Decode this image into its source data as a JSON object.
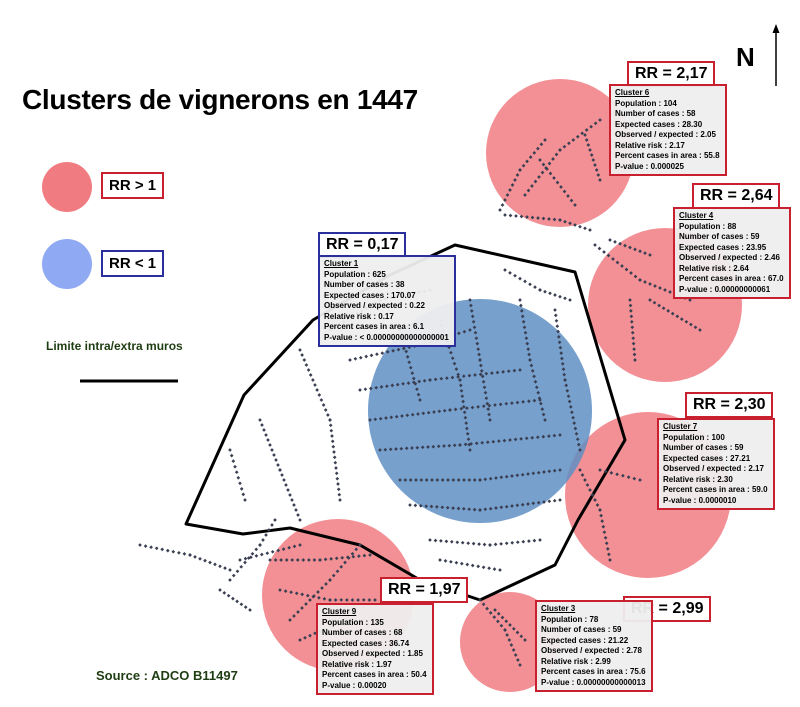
{
  "title": "Clusters de vignerons en 1447",
  "north_label": "N",
  "legend": {
    "rr_gt": "RR > 1",
    "rr_lt": "RR < 1",
    "limit_label": "Limite intra/extra muros",
    "rr_gt_color": "#f07c82",
    "rr_lt_color": "#8fa9f2"
  },
  "source": "Source : ADCO B11497",
  "colors": {
    "red_border": "#c8202f",
    "blue_border": "#2b2f9b",
    "points": "#3a3f52"
  },
  "clusters": [
    {
      "name": "Cluster 1",
      "rr_label": "RR = 0,17",
      "kind": "low",
      "rows": [
        "Population : 625",
        "Number of cases : 38",
        "Expected cases : 170.07",
        "Observed / expected : 0.22",
        "Relative risk : 0.17",
        "Percent cases in area : 6.1",
        "P-value : < 0.00000000000000001"
      ]
    },
    {
      "name": "Cluster 6",
      "rr_label": "RR = 2,17",
      "kind": "high",
      "rows": [
        "Population : 104",
        "Number of cases : 58",
        "Expected cases : 28.30",
        "Observed / expected : 2.05",
        "Relative risk : 2.17",
        "Percent cases in area : 55.8",
        "P-value : 0.000025"
      ]
    },
    {
      "name": "Cluster 4",
      "rr_label": "RR = 2,64",
      "kind": "high",
      "rows": [
        "Population : 88",
        "Number of cases : 59",
        "Expected cases : 23.95",
        "Observed / expected : 2.46",
        "Relative risk : 2.64",
        "Percent cases in area : 67.0",
        "P-value : 0.00000000061"
      ]
    },
    {
      "name": "Cluster 7",
      "rr_label": "RR = 2,30",
      "kind": "high",
      "rows": [
        "Population : 100",
        "Number of cases : 59",
        "Expected cases : 27.21",
        "Observed / expected : 2.17",
        "Relative risk : 2.30",
        "Percent cases in area : 59.0",
        "P-value : 0.0000010"
      ]
    },
    {
      "name": "Cluster 9",
      "rr_label": "RR = 1,97",
      "kind": "high",
      "rows": [
        "Population : 135",
        "Number of cases : 68",
        "Expected cases : 36.74",
        "Observed / expected : 1.85",
        "Relative risk : 1.97",
        "Percent cases in area : 50.4",
        "P-value : 0.00020"
      ]
    },
    {
      "name": "Cluster 3",
      "rr_label": "RR = 2,99",
      "kind": "high",
      "rows": [
        "Population : 78",
        "Number of cases : 59",
        "Expected cases : 21.22",
        "Observed / expected : 2.78",
        "Relative risk : 2.99",
        "Percent cases in area : 75.6",
        "P-value : 0.00000000000013"
      ]
    }
  ]
}
